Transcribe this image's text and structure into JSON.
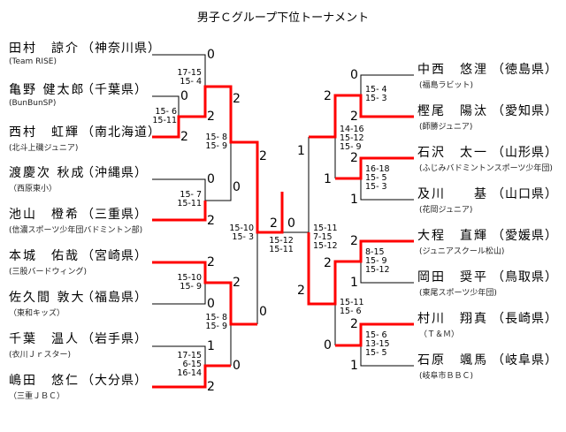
{
  "title": "男子Ｃグループ下位トーナメント",
  "colors": {
    "winner_line": "#ff0000",
    "line": "#000000"
  },
  "left_players": [
    {
      "name": "田村　諒介",
      "pref": "（神奈川県）",
      "club": "(Team RISE)"
    },
    {
      "name": "亀野 健太郎",
      "pref": "（千葉県）",
      "club": "(BunBunSP)"
    },
    {
      "name": "西村　虹輝",
      "pref": "（南北海道）",
      "club": "(北斗上磯ジュニア)"
    },
    {
      "name": "渡慶次 秋成",
      "pref": "（沖縄県）",
      "club": "（西原東小）"
    },
    {
      "name": "池山　橙希",
      "pref": "（三重県）",
      "club": "(信濃スポーツ少年団バドミントン部)"
    },
    {
      "name": "本城　佑哉",
      "pref": "（宮崎県）",
      "club": "(三股バードウィング)"
    },
    {
      "name": "佐久間 敦大",
      "pref": "（福島県）",
      "club": "（東和キッズ）"
    },
    {
      "name": "千葉　温人",
      "pref": "（岩手県）",
      "club": "(衣川Ｊｒスター)"
    },
    {
      "name": "嶋田　悠仁",
      "pref": "（大分県）",
      "club": "（三重ＪＢＣ）"
    }
  ],
  "right_players": [
    {
      "name": "中西　悠浬",
      "pref": "（徳島県）",
      "club": "(福島ラビット)"
    },
    {
      "name": "樫尾　陽汰",
      "pref": "（愛知県）",
      "club": "(師勝ジュニア)"
    },
    {
      "name": "石沢　太一",
      "pref": "（山形県）",
      "club": "(ふじみバドミントンスポーツ少年団)"
    },
    {
      "name": "及川　　基",
      "pref": "（山口県）",
      "club": "(花岡ジュニア)"
    },
    {
      "name": "大程　直輝",
      "pref": "（愛媛県）",
      "club": "(ジュニアスクール松山)"
    },
    {
      "name": "岡田　奨平",
      "pref": "（鳥取県）",
      "club": "(東尾スポーツ少年団)"
    },
    {
      "name": "村川　翔真",
      "pref": "（長崎県）",
      "club": "（Ｔ＆Ｍ）"
    },
    {
      "name": "石原　颯馬",
      "pref": "（岐阜県）",
      "club": "(岐阜市ＢＢＣ)"
    }
  ],
  "matches": {
    "L1": {
      "a": "0",
      "b": "2",
      "score": "15- 6\n15-11"
    },
    "L2": {
      "a": "0",
      "b": "2",
      "score": "17-15\n15- 4"
    },
    "L3": {
      "a": "0",
      "b": "2",
      "score": "15- 7\n15-11"
    },
    "L4": {
      "a": "2",
      "b": "0",
      "score": "15- 8\n15- 9"
    },
    "L5": {
      "a": "2",
      "b": "0",
      "score": "15-10\n15- 9"
    },
    "L6": {
      "a": "1",
      "b": "2",
      "score": "17-15\n6-15\n16-14"
    },
    "L7": {
      "a": "2",
      "b": "0",
      "score": "15- 8\n15- 9"
    },
    "L8": {
      "a": "2",
      "b": "0",
      "score": "15-10\n15- 3"
    },
    "R1": {
      "a": "0",
      "b": "2",
      "score": "15- 4\n15- 3"
    },
    "R2": {
      "a": "2",
      "b": "1",
      "score": "16-18\n15- 5\n15- 3"
    },
    "R3": {
      "a": "2",
      "b": "1",
      "score": "14-16\n15-12\n15- 9"
    },
    "R4": {
      "a": "2",
      "b": "1",
      "score": "8-15\n15- 9\n15-12"
    },
    "R5": {
      "a": "2",
      "b": "1",
      "score": "15- 6\n13-15\n15- 5"
    },
    "R6": {
      "a": "2",
      "b": "0",
      "score": "15-11\n15- 6"
    },
    "R7": {
      "a": "1",
      "b": "2",
      "score": "15-11\n7-15\n15-12"
    },
    "F": {
      "a": "2",
      "b": "0",
      "score": "15-12\n15-11"
    }
  }
}
